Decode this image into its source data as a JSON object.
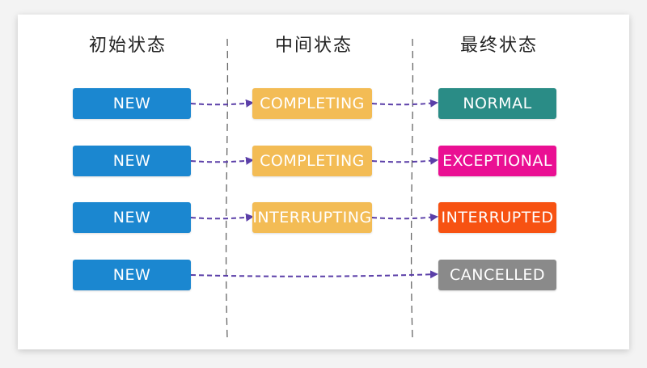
{
  "headers": [
    "初始状态",
    "中间状态",
    "最终状态"
  ],
  "rows": [
    {
      "initial": "NEW",
      "intermediate": "COMPLETING",
      "final": "NORMAL"
    },
    {
      "initial": "NEW",
      "intermediate": "COMPLETING",
      "final": "EXCEPTIONAL"
    },
    {
      "initial": "NEW",
      "intermediate": "INTERRUPTING",
      "final": "INTERRUPTED"
    },
    {
      "initial": "NEW",
      "intermediate": "",
      "final": "CANCELLED"
    }
  ],
  "colors": {
    "initial": "#1b87d0",
    "intermediate": "#f3bc55",
    "normal": "#2a8c86",
    "exceptional": "#ea0f93",
    "interrupted": "#f75212",
    "cancelled": "#8a8a8a",
    "arrow": "#5b3fa8"
  }
}
